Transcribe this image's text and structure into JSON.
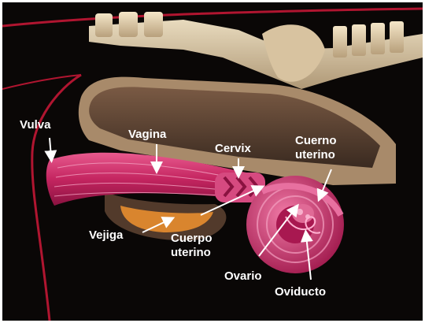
{
  "diagram": {
    "labels": {
      "vulva": "Vulva",
      "vagina": "Vagina",
      "cervix": "Cervix",
      "cuerno_uterino_1": "Cuerno",
      "cuerno_uterino_2": "uterino",
      "vejiga": "Vejiga",
      "cuerpo_uterino_1": "Cuerpo",
      "cuerpo_uterino_2": "uterino",
      "ovario": "Ovario",
      "oviducto": "Oviducto"
    },
    "colors": {
      "background": "#0a0706",
      "body_outline": "#b01530",
      "spine": "#e8d4b0",
      "cavity": "#5a4030",
      "tract": "#c8306a",
      "tract_light": "#e06a96",
      "bladder": "#d9852e"
    }
  }
}
